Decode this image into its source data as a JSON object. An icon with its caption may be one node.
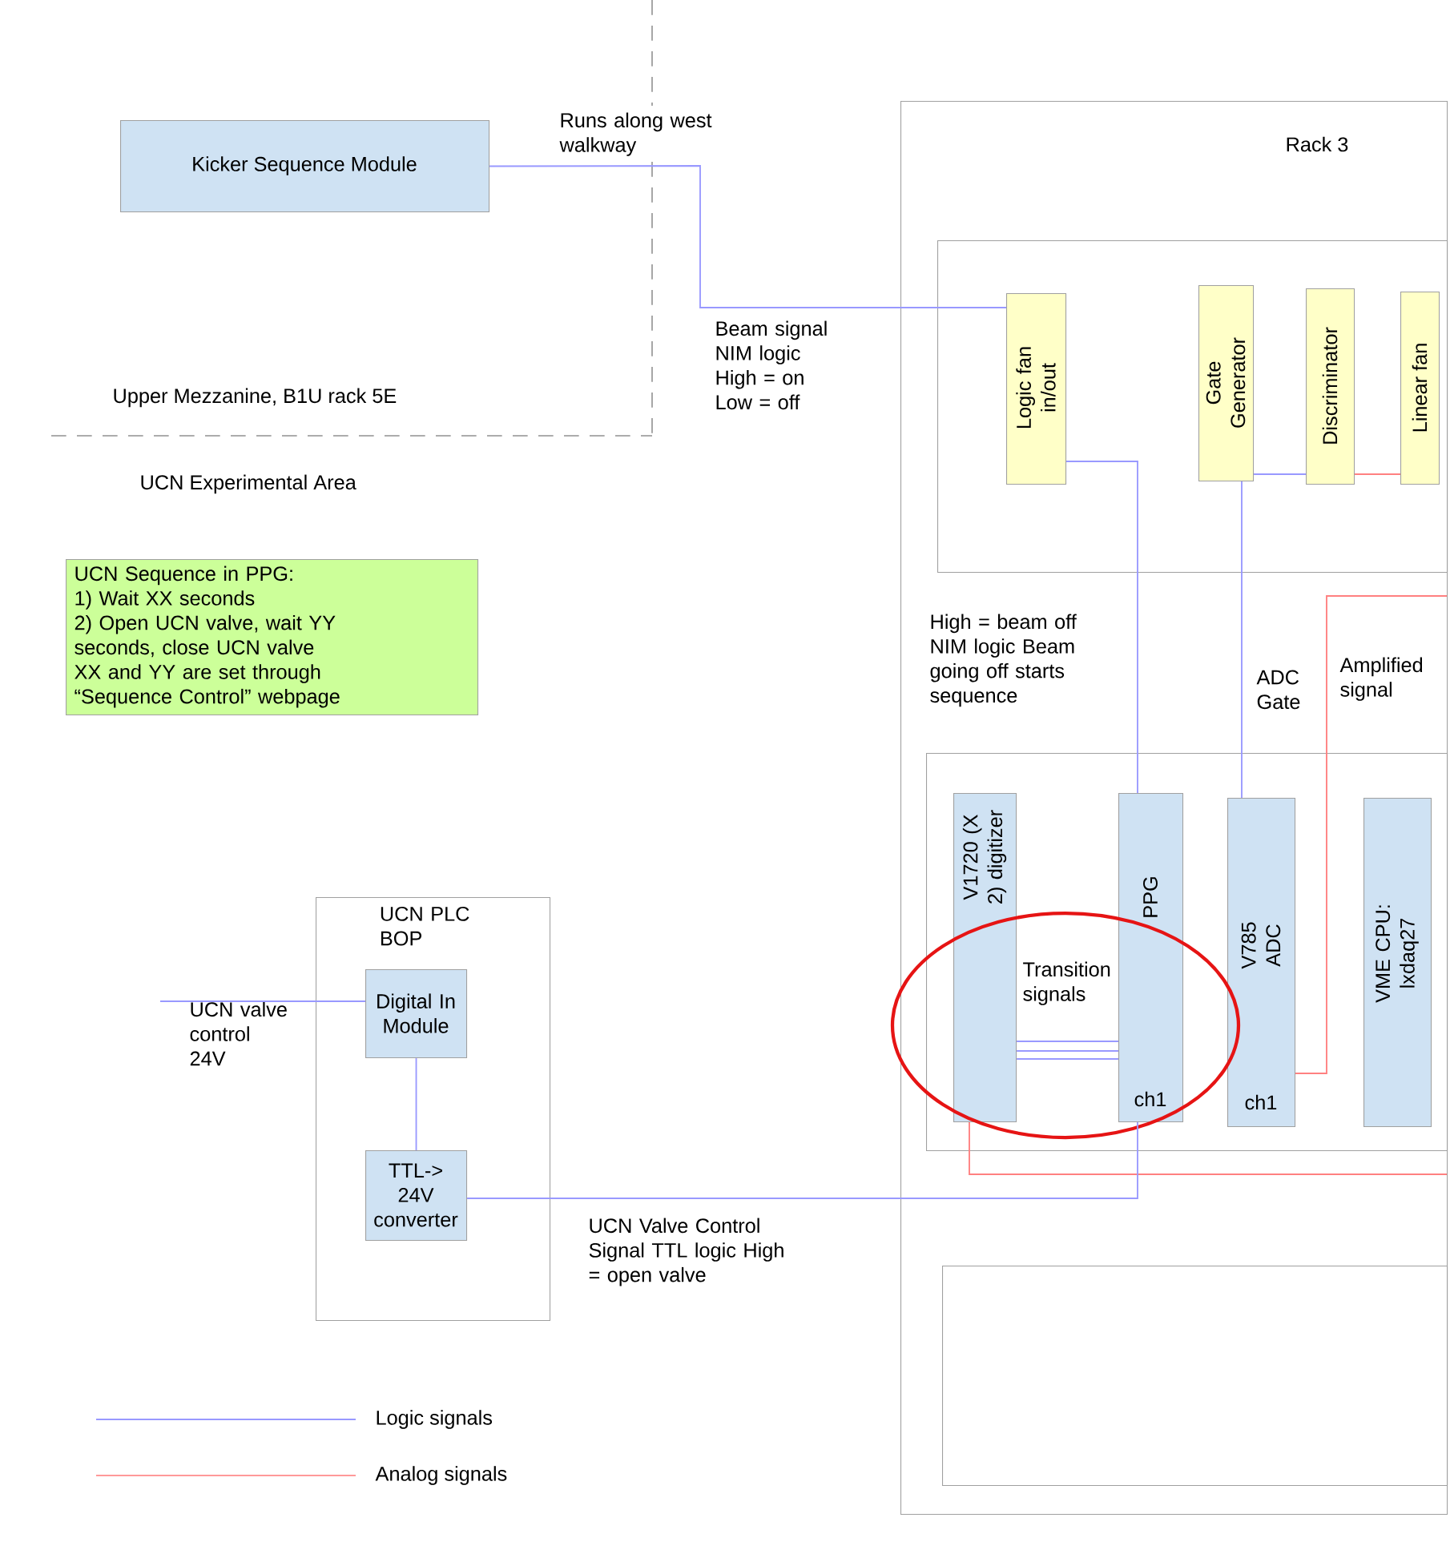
{
  "diagram": {
    "nodes": [
      {
        "text": [
          "Kicker Sequence Module"
        ]
      },
      {
        "text": [
          "UCN Sequence in PPG:",
          "1) Wait XX seconds",
          "2) Open UCN valve, wait YY seconds, close UCN valve",
          "XX and YY are set through “Sequence Control” webpage"
        ]
      },
      {
        "text": [
          "Rack 3"
        ]
      },
      {
        "text": [],
        "shape": "box",
        "in": 2
      },
      {
        "text": [
          "Logic fan in/out"
        ],
        "in": 3
      },
      {
        "text": [
          "Gate Generator"
        ],
        "in": 3
      },
      {
        "text": [
          "Discriminator"
        ],
        "in": 3
      },
      {
        "text": [
          "Linear fan"
        ],
        "in": 3
      },
      {
        "text": [],
        "shape": "box",
        "in": 2
      },
      {
        "text": [
          "V1720 (X 2) digitizer"
        ],
        "in": 8
      },
      {
        "text": [
          "PPG",
          "ch1"
        ],
        "in": 8
      },
      {
        "text": [
          "V785 ADC",
          "ch1"
        ],
        "in": 8
      },
      {
        "text": [
          "VME CPU: lxdaq27"
        ],
        "in": 8
      },
      {
        "text": [],
        "shape": "box",
        "in": 2
      },
      {
        "text": [
          "UCN PLC BOP"
        ]
      },
      {
        "text": [
          "Digital In Module"
        ],
        "in": 14
      },
      {
        "text": [
          "TTL-> 24V converter"
        ],
        "in": 14
      },
      {
        "text": [
          "UCN valve control 24V"
        ]
      }
    ],
    "edges": [
      {
        "from": 0,
        "to": 4,
        "arrow": "none"
      },
      {
        "from": 4,
        "to": 10,
        "arrow": "none"
      },
      {
        "from": 5,
        "to": 11,
        "arrow": "none"
      },
      {
        "from": 5,
        "to": 6,
        "arrow": "none"
      },
      {
        "from": 6,
        "to": 7,
        "arrow": "none",
        "color": "#ff8080"
      },
      {
        "from": null,
        "to": 11,
        "arrow": "none",
        "color": "#ff8080"
      },
      {
        "from": 9,
        "to": null,
        "arrow": "none",
        "color": "#ff8080"
      },
      {
        "from": 9,
        "to": 10,
        "arrow": "none"
      },
      {
        "from": 9,
        "to": 10,
        "arrow": "none"
      },
      {
        "from": 9,
        "to": 10,
        "arrow": "none"
      },
      {
        "from": 10,
        "to": 16,
        "arrow": "none"
      },
      {
        "from": 15,
        "to": 16,
        "arrow": "none"
      },
      {
        "from": 17,
        "to": 15,
        "arrow": "none"
      }
    ],
    "labels": [
      "Runs along west walkway",
      "Beam signal NIM logic High = on Low = off",
      "Upper Mezzanine, B1U rack 5E",
      "UCN Experimental Area",
      "High = beam off NIM logic Beam going off starts sequence",
      "ADC Gate",
      "Amplified signal",
      "Transition signals",
      "UCN Valve Control Signal TTL logic High = open valve"
    ],
    "legend": [
      {
        "text": "Logic signals"
      },
      {
        "text": "Analog signals"
      }
    ]
  }
}
